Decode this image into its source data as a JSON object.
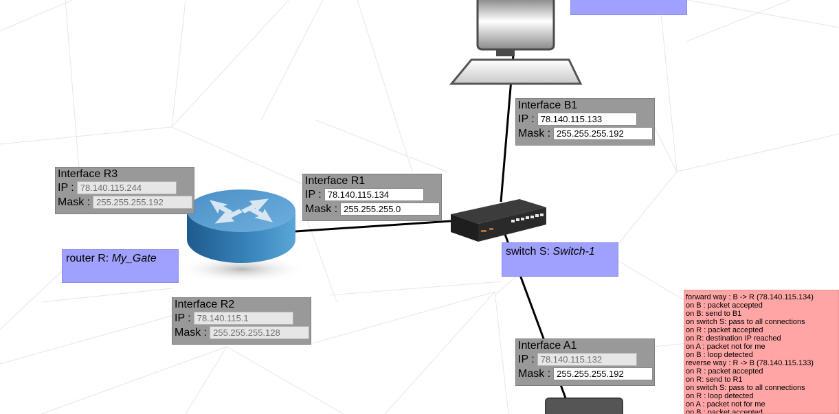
{
  "interfaces": {
    "b1": {
      "title": "Interface B1",
      "ip_label": "IP :",
      "ip": "78.140.115.133",
      "mask_label": "Mask :",
      "mask": "255.255.255.192"
    },
    "r3": {
      "title": "Interface R3",
      "ip_label": "IP :",
      "ip": "78.140.115.244",
      "mask_label": "Mask :",
      "mask": "255.255.255.192"
    },
    "r1": {
      "title": "Interface R1",
      "ip_label": "IP :",
      "ip": "78.140.115.134",
      "mask_label": "Mask :",
      "mask": "255.255.255.0"
    },
    "r2": {
      "title": "Interface R2",
      "ip_label": "IP :",
      "ip": "78.140.115.1",
      "mask_label": "Mask :",
      "mask": "255.255.255.128"
    },
    "a1": {
      "title": "Interface A1",
      "ip_label": "IP :",
      "ip": "78.140.115.132",
      "mask_label": "Mask :",
      "mask": "255.255.255.192"
    }
  },
  "devices": {
    "router": {
      "prefix": "router R: ",
      "name": "My_Gate"
    },
    "switch": {
      "prefix": "switch S: ",
      "name": "Switch-1"
    }
  },
  "log": [
    "forward way : B -> R (78.140.115.134)",
    "on B : packet accepted",
    "on B: send to B1",
    "on switch S: pass to all connections",
    "on R : packet accepted",
    "on R: destination IP reached",
    "on A : packet not for me",
    "on B : loop detected",
    "reverse way : R -> B (78.140.115.133)",
    "on R : packet accepted",
    "on R: send to R1",
    "on switch S: pass to all connections",
    "on R : loop detected",
    "on A : packet not for me",
    "on B : packet accepted"
  ],
  "colors": {
    "interface_bg": "#999999",
    "device_label_bg": "#a0a0ff",
    "log_bg": "#ffa5a5",
    "router_body": "#3d82b5"
  }
}
